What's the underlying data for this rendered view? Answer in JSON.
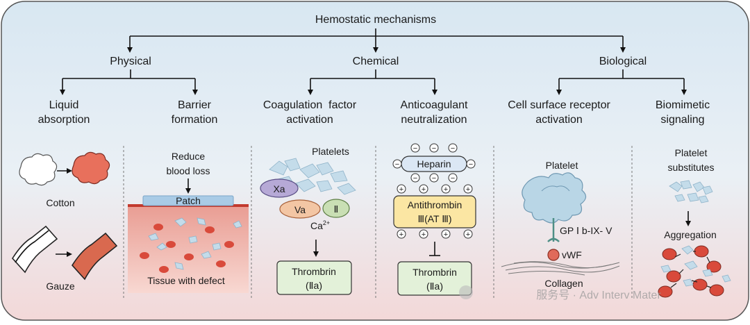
{
  "title": "Hemostatic mechanisms",
  "categories": {
    "physical": "Physical",
    "chemical": "Chemical",
    "biological": "Biological"
  },
  "mechanisms": {
    "liquid_absorption": [
      "Liquid",
      "absorption"
    ],
    "barrier_formation": [
      "Barrier",
      "formation"
    ],
    "coagulation_factor": [
      "Coagulation  factor",
      "activation"
    ],
    "anticoagulant": [
      "Anticoagulant",
      "neutralization"
    ],
    "cell_surface": [
      "Cell surface receptor",
      "activation"
    ],
    "biomimetic": [
      "Biomimetic",
      "signaling"
    ]
  },
  "panels": {
    "cotton": "Cotton",
    "gauze": "Gauze",
    "reduce_blood_loss": [
      "Reduce",
      "blood loss"
    ],
    "patch": "Patch",
    "tissue_defect": "Tissue with defect",
    "platelets": "Platelets",
    "xa": "Xa",
    "va": "Va",
    "factor_ii": "Ⅱ",
    "ca": "Ca",
    "ca_sup": "2+",
    "thrombrin1": [
      "Thrombrin",
      "(Ⅱa)"
    ],
    "heparin": "Heparin",
    "antithrombin": [
      "Antithrombin",
      "Ⅲ(AT Ⅲ)"
    ],
    "thrombrin2": [
      "Thrombrin",
      "(Ⅱa)"
    ],
    "platelet": "Platelet",
    "gp": "GP Ⅰ b-IX- V",
    "vwf": "vWF",
    "collagen": "Collagen",
    "platelet_substitutes": [
      "Platelet",
      "substitutes"
    ],
    "aggregation": "Aggregation"
  },
  "watermark": "服务号 · Adv Interv Mater",
  "colors": {
    "bg_top": "#dce9f3",
    "bg_bottom": "#f4dcdc",
    "platelet": "#b9d6e6",
    "rbc": "#e06a5a",
    "xa": "#b6a9d6",
    "va": "#f3c6a4",
    "ii": "#c9dfb4",
    "thrombrin": "#e3f1d9",
    "antithrombin": "#fbe6a3",
    "patch": "#a9cbe6",
    "tissue": "#f3b2a8"
  }
}
